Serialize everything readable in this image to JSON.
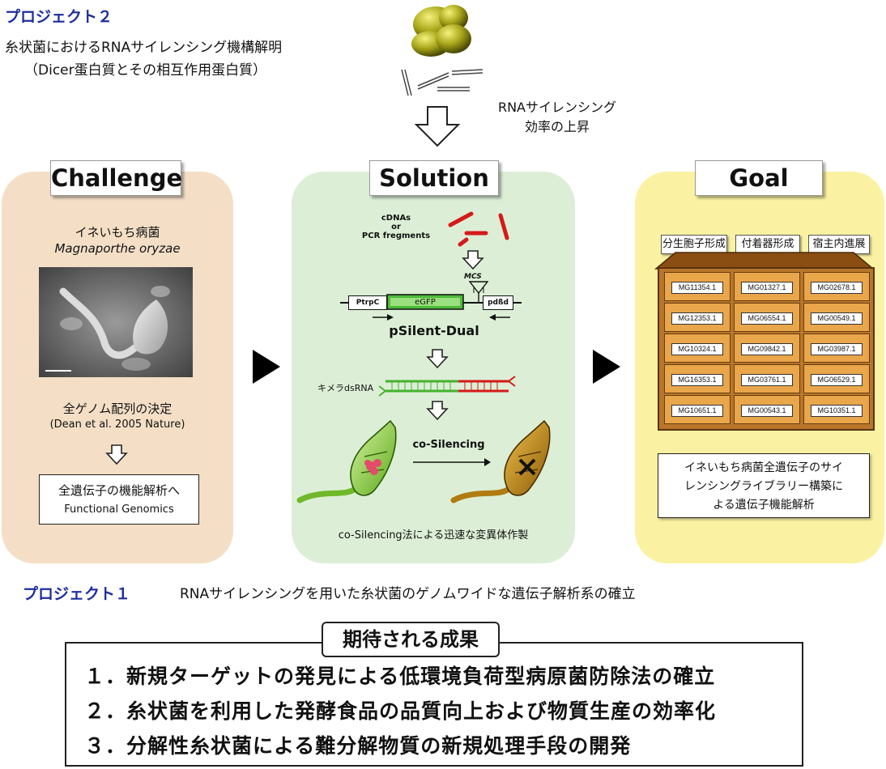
{
  "project2": {
    "title": "プロジェクト２",
    "line1": "糸状菌におけるRNAサイレンシング機構解明",
    "line2": "（Dicer蛋白質とその相互作用蛋白質）"
  },
  "rnai_note": {
    "line1": "RNAサイレンシング",
    "line2": "効率の上昇"
  },
  "challenge": {
    "header": "Challenge",
    "organism_jp": "イネいもち病菌",
    "organism_latin": "Magnaporthe oryzae",
    "genome": "全ゲノム配列の決定",
    "citation": "(Dean et al. 2005 Nature)",
    "box_line1": "全遺伝子の機能解析へ",
    "box_line2": "Functional Genomics"
  },
  "solution": {
    "header": "Solution",
    "cdna_line1": "cDNAs",
    "cdna_line2": "or",
    "cdna_line3": "PCR fregments",
    "mcs": "MCS",
    "promoter1": "PtrpC",
    "gene": "eGFP",
    "promoter2": "pdßd",
    "vector": "pSilent-Dual",
    "chimera": "キメラdsRNA",
    "cosilencing": "co-Silencing",
    "caption": "co-Silencing法による迅速な変異体作製"
  },
  "goal": {
    "header": "Goal",
    "tags": [
      "分生胞子形成",
      "付着器形成",
      "宿主内進展"
    ],
    "shelf_rows": [
      [
        "MG11354.1",
        "MG01327.1",
        "MG02678.1"
      ],
      [
        "MG12353.1",
        "MG06554.1",
        "MG00549.1"
      ],
      [
        "MG10324.1",
        "MG09842.1",
        "MG03987.1"
      ],
      [
        "MG16353.1",
        "MG03761.1",
        "MG06529.1"
      ],
      [
        "MG10651.1",
        "MG00543.1",
        "MG10351.1"
      ]
    ],
    "box_line1": "イネいもち病菌全遺伝子のサイ",
    "box_line2": "レンシングライブラリー構築に",
    "box_line3": "よる遺伝子機能解析"
  },
  "project1": {
    "title": "プロジェクト１",
    "text": "RNAサイレンシングを用いた糸状菌のゲノムワイドな遺伝子解析系の確立"
  },
  "expected": {
    "title": "期待される成果",
    "items": [
      "１．新規ターゲットの発見による低環境負荷型病原菌防除法の確立",
      "２．糸状菌を利用した発酵食品の品質向上および物質生産の効率化",
      "３．分解性糸状菌による難分解物質の新規処理手段の開発"
    ]
  },
  "colors": {
    "title_blue": "#1d2e9c",
    "challenge_bg": "#f4dfc6",
    "solution_bg": "#dcefd6",
    "goal_bg": "#faf2a2"
  }
}
